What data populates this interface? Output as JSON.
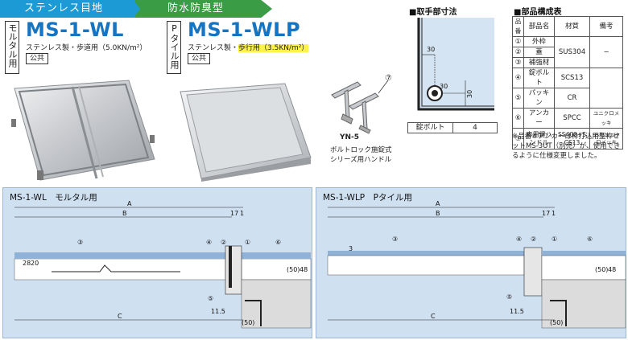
{
  "banner": {
    "left": "ステンレス目地",
    "right": "防水防臭型"
  },
  "product_left": {
    "tag": "モルタル用",
    "model": "MS-1-WL",
    "spec": "ステンレス製・歩道用（5.0KN/m²）",
    "badge": "公共"
  },
  "product_right": {
    "tag": "Pタイル用",
    "model": "MS-1-WLP",
    "spec_prefix": "ステンレス製・",
    "spec_highlight": "歩行用（3.5KN/m²）",
    "badge": "公共"
  },
  "handle": {
    "number": "⑦",
    "model": "YN-5",
    "caption_line1": "ボルトロック施錠式",
    "caption_line2": "シリーズ用ハンドル"
  },
  "handle_dims": {
    "title": "■取手部寸法",
    "dim1": "30",
    "dim2": "30",
    "dim3": "30",
    "bolt_label": "錠ボルト",
    "bolt_value": "4"
  },
  "parts": {
    "title": "■部品構成表",
    "headers": [
      "品番",
      "部品名",
      "材質",
      "備考"
    ],
    "rows": [
      {
        "no": "①",
        "name": "外枠",
        "material": "",
        "remark": ""
      },
      {
        "no": "②",
        "name": "蓋",
        "material": "SUS304",
        "remark": "−"
      },
      {
        "no": "③",
        "name": "補強材",
        "material": "",
        "remark": ""
      },
      {
        "no": "④",
        "name": "錠ボルト",
        "material": "SCS13",
        "remark": ""
      },
      {
        "no": "⑤",
        "name": "パッキン",
        "material": "CR",
        "remark": ""
      },
      {
        "no": "⑥",
        "name": "アンカー",
        "material": "SPCC",
        "remark": "ユニクロメッキ"
      },
      {
        "no": "⑦",
        "name": "専用鍵ハンドル",
        "material": "SS400+SCS13",
        "remark": "SS部ユニクロメッキ"
      }
    ],
    "note": "※品番⑥アンカーは枠打込用型枠セットMS-3UT（別売）が、使用できるように仕様変更しました。"
  },
  "drawing_left": {
    "title": "MS-1-WL　モルタル用",
    "labels": {
      "A": "A",
      "B": "B",
      "C": "C",
      "d17": "17",
      "d1": "1",
      "d28": "28",
      "d20": "20",
      "d50": "(50)",
      "d48": "48",
      "d11_5": "11.5",
      "d50b": "(50)"
    }
  },
  "drawing_right": {
    "title": "MS-1-WLP　Pタイル用",
    "labels": {
      "A": "A",
      "B": "B",
      "C": "C",
      "d17": "17",
      "d1": "1",
      "d3": "3",
      "d50": "(50)",
      "d48": "48",
      "d11_5": "11.5",
      "d50b": "(50)"
    }
  },
  "callouts": [
    "①",
    "②",
    "③",
    "④",
    "⑤",
    "⑥"
  ]
}
